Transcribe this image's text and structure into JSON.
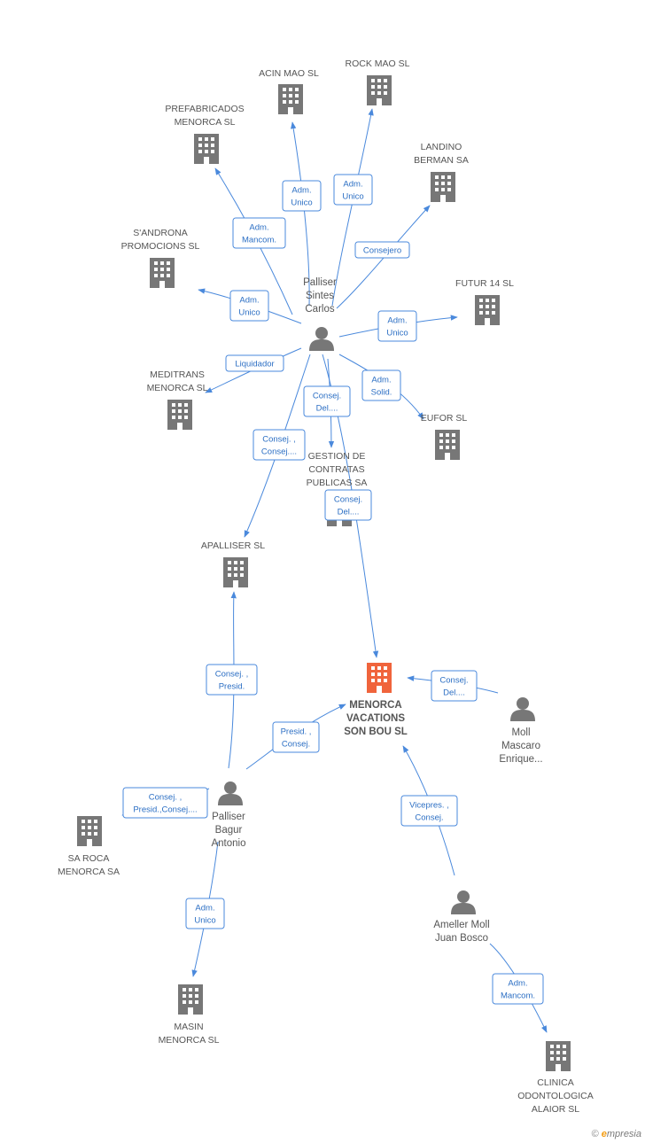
{
  "colors": {
    "edge": "#4a89dc",
    "company": "#777777",
    "focus": "#f0643c",
    "person": "#777777",
    "role_text": "#2c6fc4"
  },
  "nodes": [
    {
      "id": "acin",
      "kind": "company",
      "label": [
        "ACIN MAO  SL"
      ]
    },
    {
      "id": "rock",
      "kind": "company",
      "label": [
        "ROCK MAO SL"
      ]
    },
    {
      "id": "prefab",
      "kind": "company",
      "label": [
        "PREFABRICADOS",
        "MENORCA SL"
      ]
    },
    {
      "id": "landino",
      "kind": "company",
      "label": [
        "LANDINO",
        "BERMAN SA"
      ]
    },
    {
      "id": "sandrona",
      "kind": "company",
      "label": [
        "S'ANDRONA",
        "PROMOCIONS SL"
      ]
    },
    {
      "id": "futur",
      "kind": "company",
      "label": [
        "FUTUR 14  SL"
      ]
    },
    {
      "id": "meditrans",
      "kind": "company",
      "label": [
        "MEDITRANS",
        "MENORCA SL"
      ]
    },
    {
      "id": "eufor",
      "kind": "company",
      "label": [
        "EUFOR  SL"
      ]
    },
    {
      "id": "gestion",
      "kind": "company",
      "label": [
        "GESTION DE",
        "CONTRATAS",
        "PUBLICAS SA"
      ]
    },
    {
      "id": "apalliser",
      "kind": "company",
      "label": [
        "APALLISER  SL"
      ]
    },
    {
      "id": "menorca",
      "kind": "focus",
      "label": [
        "MENORCA",
        "VACATIONS",
        "SON BOU SL"
      ]
    },
    {
      "id": "saroca",
      "kind": "company",
      "label": [
        "SA ROCA",
        "MENORCA SA"
      ]
    },
    {
      "id": "masin",
      "kind": "company",
      "label": [
        "MASIN",
        "MENORCA SL"
      ]
    },
    {
      "id": "clinica",
      "kind": "company",
      "label": [
        "CLINICA",
        "ODONTOLOGICA",
        "ALAIOR SL"
      ]
    },
    {
      "id": "carlos",
      "kind": "person",
      "label": [
        "Palliser",
        "Sintes",
        "Carlos"
      ]
    },
    {
      "id": "antonio",
      "kind": "person",
      "label": [
        "Palliser",
        "Bagur",
        "Antonio"
      ]
    },
    {
      "id": "moll",
      "kind": "person",
      "label": [
        "Moll",
        "Mascaro",
        "Enrique..."
      ]
    },
    {
      "id": "ameller",
      "kind": "person",
      "label": [
        "Ameller Moll",
        "Juan Bosco"
      ]
    }
  ],
  "edges": [
    {
      "from": "carlos",
      "to": "acin",
      "role": [
        "Adm.",
        "Unico"
      ]
    },
    {
      "from": "carlos",
      "to": "rock",
      "role": [
        "Adm.",
        "Unico"
      ]
    },
    {
      "from": "carlos",
      "to": "prefab",
      "role": [
        "Adm.",
        "Mancom."
      ]
    },
    {
      "from": "carlos",
      "to": "landino",
      "role": [
        "Consejero"
      ]
    },
    {
      "from": "carlos",
      "to": "sandrona",
      "role": [
        "Adm.",
        "Unico"
      ]
    },
    {
      "from": "carlos",
      "to": "futur",
      "role": [
        "Adm.",
        "Unico"
      ]
    },
    {
      "from": "carlos",
      "to": "meditrans",
      "role": [
        "Liquidador"
      ]
    },
    {
      "from": "carlos",
      "to": "eufor",
      "role": [
        "Adm.",
        "Solid."
      ]
    },
    {
      "from": "carlos",
      "to": "gestion",
      "role": [
        "Consej.",
        "Del...."
      ]
    },
    {
      "from": "carlos",
      "to": "apalliser",
      "role": [
        "Consej. ,",
        "Consej...."
      ]
    },
    {
      "from": "carlos",
      "to": "menorca",
      "role": [
        "Consej.",
        "Del...."
      ]
    },
    {
      "from": "antonio",
      "to": "apalliser",
      "role": [
        "Consej. ,",
        "Presid."
      ]
    },
    {
      "from": "antonio",
      "to": "menorca",
      "role": [
        "Presid. ,",
        "Consej."
      ]
    },
    {
      "from": "antonio",
      "to": "saroca",
      "role": [
        "Consej. ,",
        "Presid.,Consej...."
      ]
    },
    {
      "from": "antonio",
      "to": "masin",
      "role": [
        "Adm.",
        "Unico"
      ]
    },
    {
      "from": "moll",
      "to": "menorca",
      "role": [
        "Consej.",
        "Del...."
      ]
    },
    {
      "from": "ameller",
      "to": "menorca",
      "role": [
        "Vicepres. ,",
        "Consej."
      ]
    },
    {
      "from": "ameller",
      "to": "clinica",
      "role": [
        "Adm.",
        "Mancom."
      ]
    }
  ],
  "footer": {
    "copyright": "©",
    "brand_e": "e",
    "brand_rest": "mpresia"
  }
}
